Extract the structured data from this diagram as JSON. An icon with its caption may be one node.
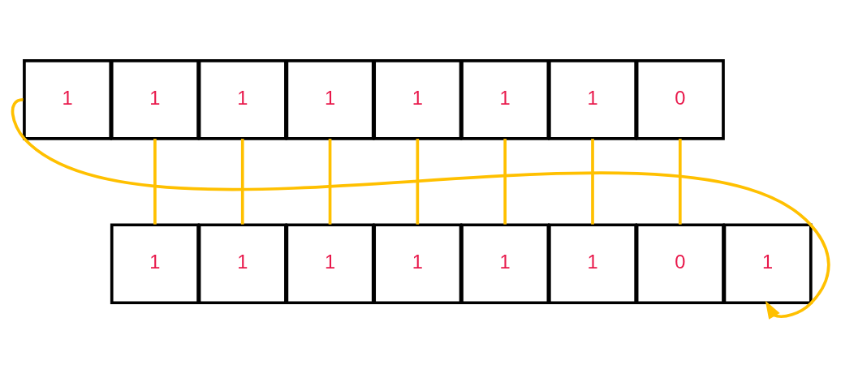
{
  "diagram": {
    "nodes": [
      {
        "text": [
          "1"
        ]
      },
      {
        "text": [
          "1"
        ]
      },
      {
        "text": [
          "1"
        ]
      },
      {
        "text": [
          "1"
        ]
      },
      {
        "text": [
          "1"
        ]
      },
      {
        "text": [
          "1"
        ]
      },
      {
        "text": [
          "1"
        ]
      },
      {
        "text": [
          "0"
        ]
      },
      {
        "text": [
          "1"
        ]
      },
      {
        "text": [
          "1"
        ]
      },
      {
        "text": [
          "1"
        ]
      },
      {
        "text": [
          "1"
        ]
      },
      {
        "text": [
          "1"
        ]
      },
      {
        "text": [
          "1"
        ]
      },
      {
        "text": [
          "0"
        ]
      },
      {
        "text": [
          "1"
        ]
      }
    ],
    "edges": [
      {
        "from": 1,
        "to": 8,
        "arrow": "none",
        "color": "#ffc000"
      },
      {
        "from": 2,
        "to": 9,
        "arrow": "none",
        "color": "#ffc000"
      },
      {
        "from": 3,
        "to": 10,
        "arrow": "none",
        "color": "#ffc000"
      },
      {
        "from": 4,
        "to": 11,
        "arrow": "none",
        "color": "#ffc000"
      },
      {
        "from": 5,
        "to": 12,
        "arrow": "none",
        "color": "#ffc000"
      },
      {
        "from": 6,
        "to": 13,
        "arrow": "none",
        "color": "#ffc000"
      },
      {
        "from": 7,
        "to": 14,
        "arrow": "none",
        "color": "#ffc000"
      },
      {
        "from": 0,
        "to": 15,
        "arrow": "to",
        "color": "#ffc000"
      }
    ]
  }
}
